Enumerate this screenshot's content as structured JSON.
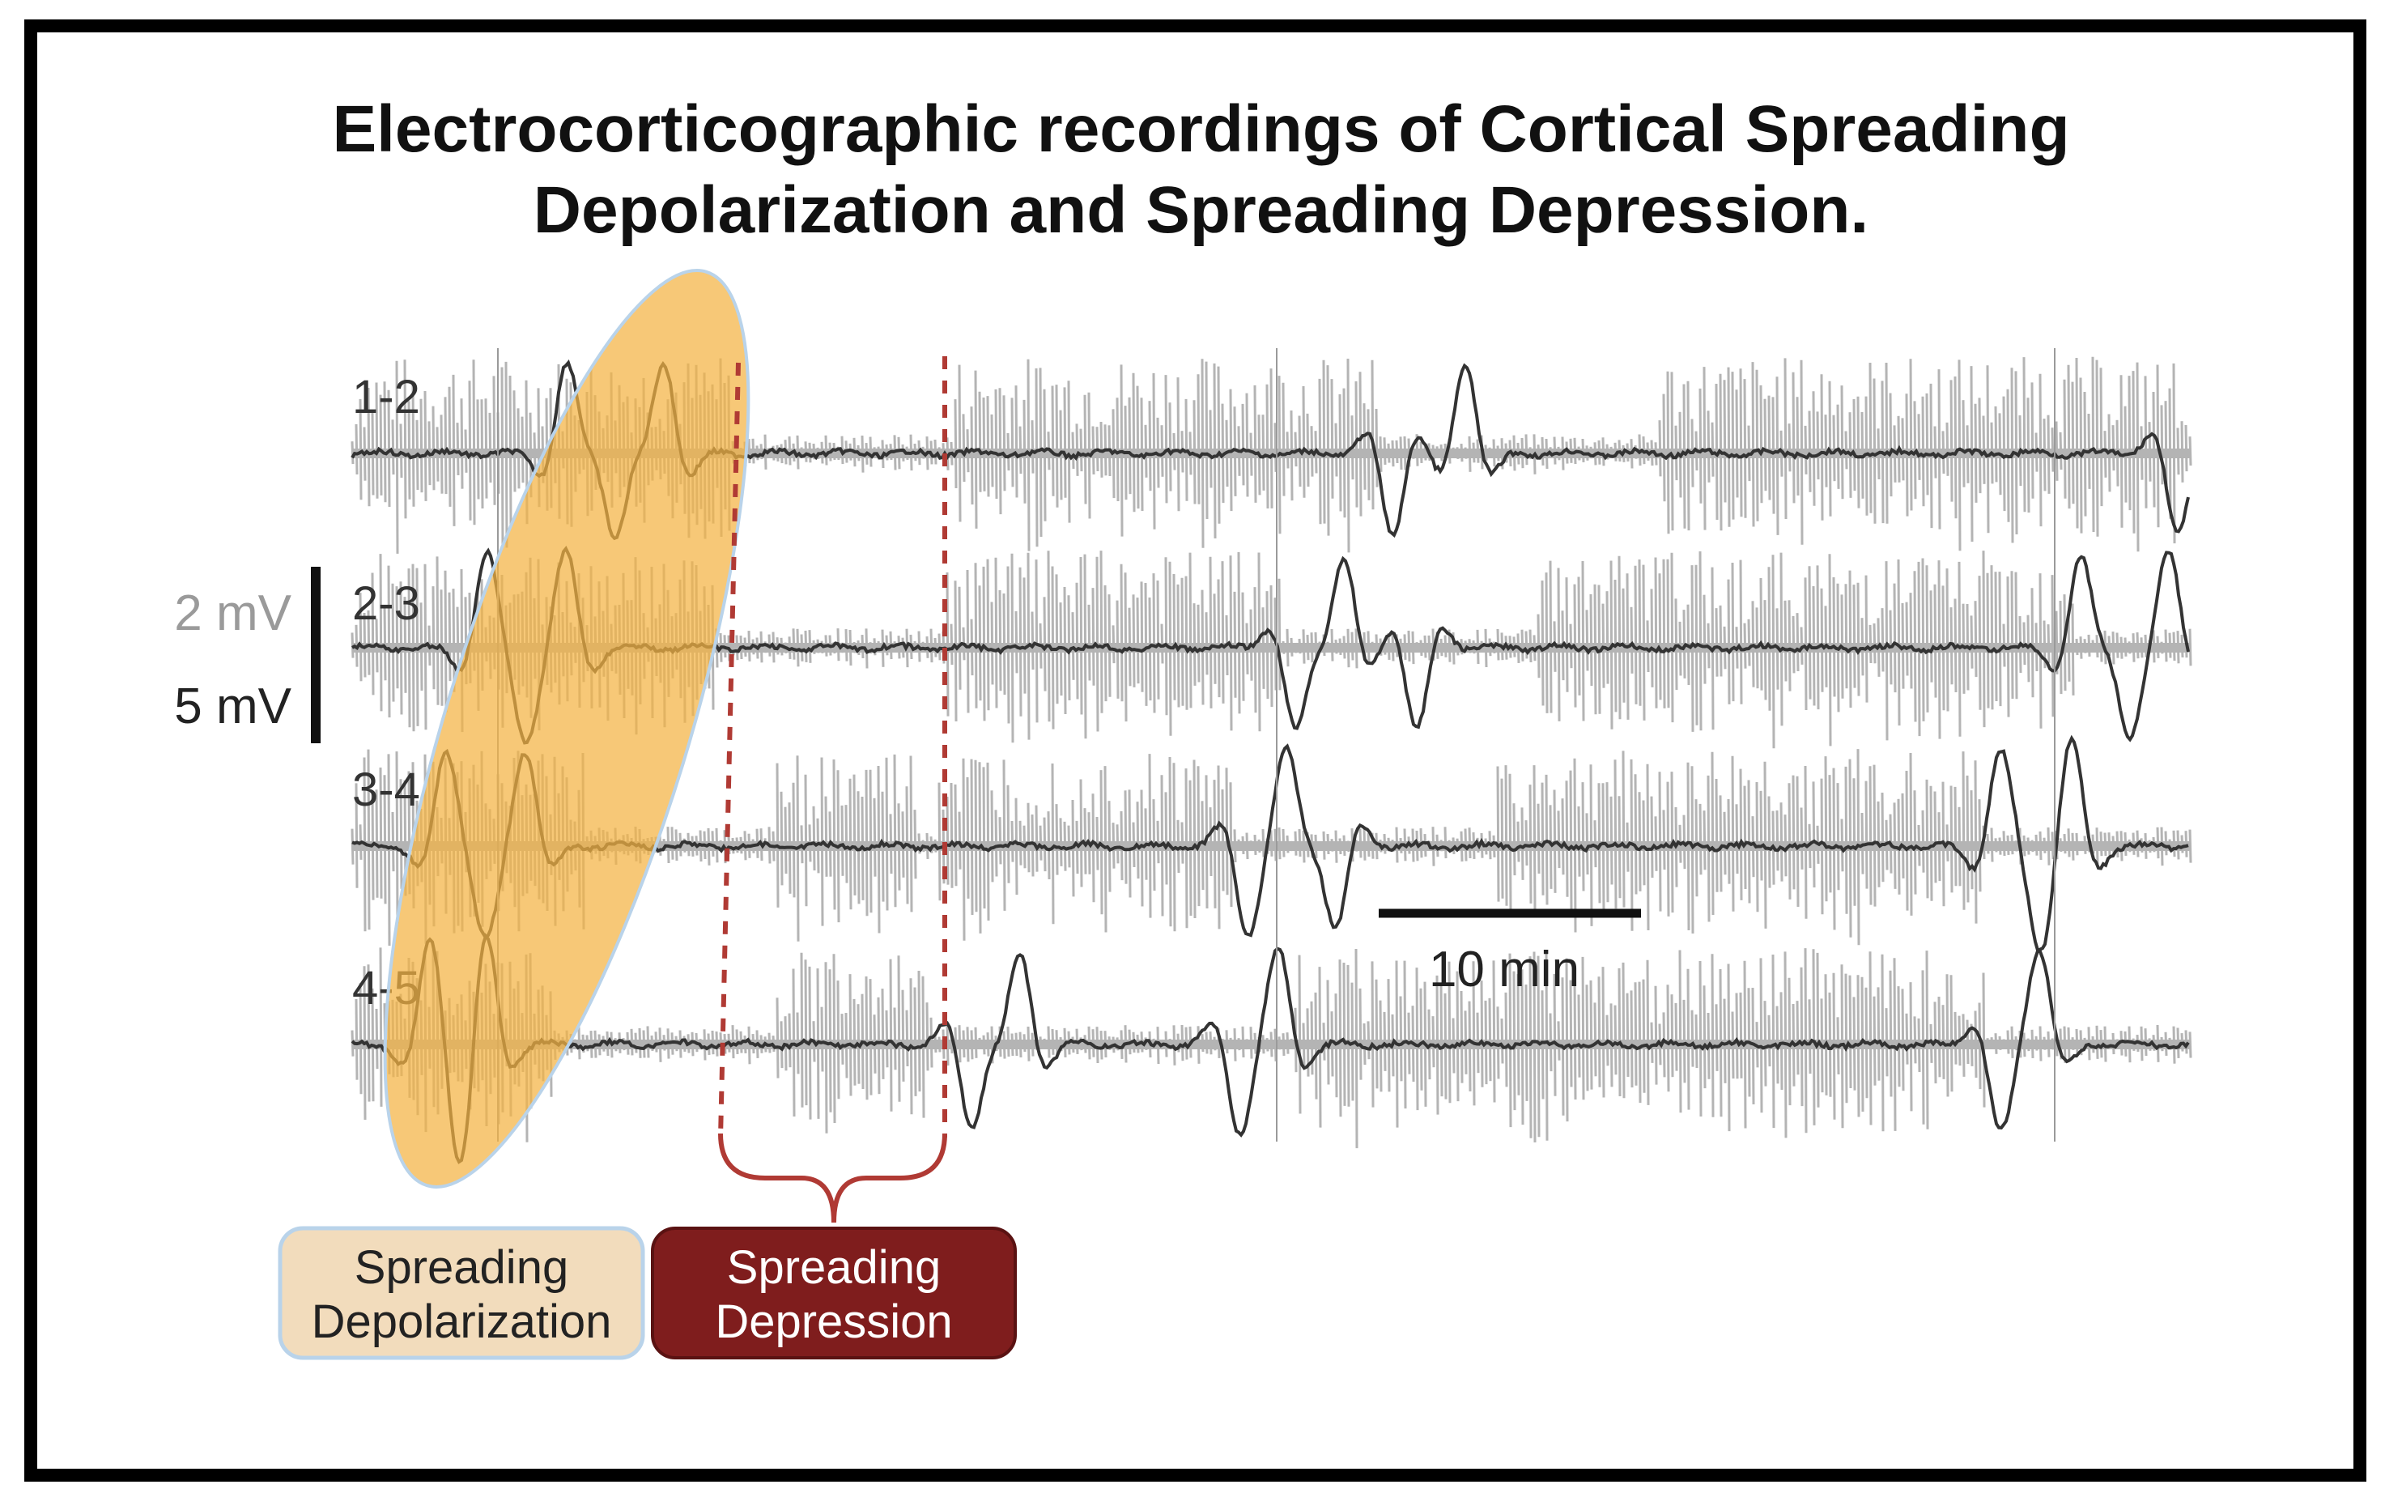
{
  "title": {
    "line1": "Electrocorticographic recordings of Cortical Spreading",
    "line2": "Depolarization and Spreading Depression."
  },
  "channels": [
    {
      "label": "1-2"
    },
    {
      "label": "2-3"
    },
    {
      "label": "3-4"
    },
    {
      "label": "4-5"
    }
  ],
  "amplitude_scale": {
    "upper_label": "2 mV",
    "lower_label": "5 mV"
  },
  "time_scale": {
    "label": "10 min"
  },
  "annotations": {
    "depolarization": {
      "label_line1": "Spreading",
      "label_line2": "Depolarization"
    },
    "depression": {
      "label_line1": "Spreading",
      "label_line2": "Depression"
    }
  },
  "colors": {
    "trace_raw": "#b4b4b4",
    "trace_filtered": "#333333",
    "depolarization_fill": "#f4b342",
    "depolarization_box": "#f2dcbc",
    "depolarization_box_border": "#b9d3ea",
    "depression_line": "#b03a34",
    "depression_box": "#7f1d1d",
    "depression_text": "#ffffff"
  }
}
